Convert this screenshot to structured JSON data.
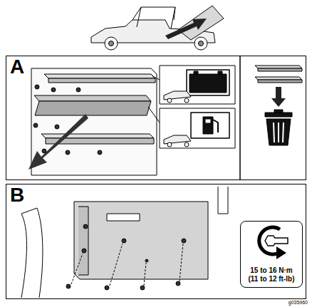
{
  "diagram": {
    "nodes": [
      {
        "text": [
          "A"
        ]
      },
      {
        "text": [
          "B"
        ]
      },
      {
        "text": [
          "15 to 16 N·m (11 to 12 ft-lb)"
        ],
        "in": 1
      }
    ],
    "labels": [
      "g035960"
    ]
  }
}
